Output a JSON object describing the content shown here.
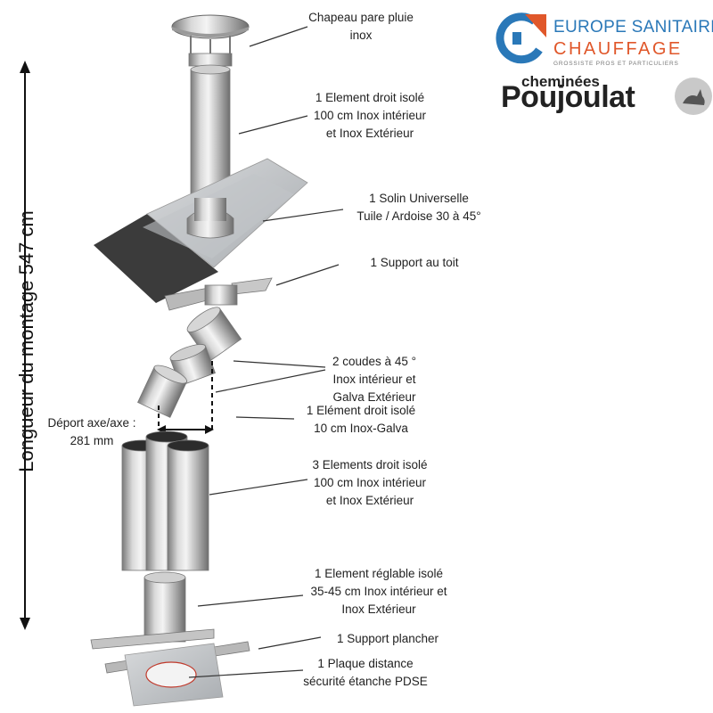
{
  "logos": {
    "europe_sanitaire": {
      "line1": "EUROPE SANITAIRE",
      "line2": "CHAUFFAGE",
      "tagline": "GROSSISTE PROS ET PARTICULIERS"
    },
    "poujoulat": {
      "line1": "cheminées",
      "line2": "Poujoulat"
    }
  },
  "dimension_label": "Longueur du montage  547 cm",
  "offset_label": "Déport axe/axe :\n281 mm",
  "parts": [
    {
      "id": "chapeau",
      "label": "Chapeau pare pluie\ninox"
    },
    {
      "id": "element-droit-100-top",
      "label": "1 Element droit isolé\n100 cm Inox intérieur\net Inox Extérieur"
    },
    {
      "id": "solin",
      "label": "1 Solin Universelle\nTuile / Ardoise 30 à 45°"
    },
    {
      "id": "support-toit",
      "label": "1 Support au toit"
    },
    {
      "id": "coudes-45",
      "label": "2 coudes à 45 °\nInox intérieur et\nGalva Extérieur"
    },
    {
      "id": "element-droit-10",
      "label": "1 Elément droit isolé\n10 cm Inox-Galva"
    },
    {
      "id": "elements-droit-100",
      "label": "3 Elements droit isolé\n100 cm Inox intérieur\net Inox Extérieur"
    },
    {
      "id": "element-reglable",
      "label": "1 Element réglable isolé\n35-45 cm Inox intérieur et\nInox Extérieur"
    },
    {
      "id": "support-plancher",
      "label": "1 Support plancher"
    },
    {
      "id": "plaque-distance",
      "label": "1 Plaque distance\nsécurité étanche PDSE"
    }
  ],
  "colors": {
    "steel_light": "#e6e6e6",
    "steel_dark": "#8a8a8a",
    "slate": "#3a3a3a",
    "brand_blue": "#2a78b8",
    "brand_orange": "#e0572a"
  }
}
